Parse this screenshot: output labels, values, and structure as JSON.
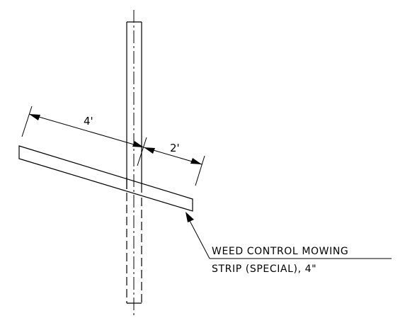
{
  "dimensions": {
    "strip_length": "4'",
    "half_length": "2'"
  },
  "callout": {
    "line1": "WEED CONTROL MOWING",
    "line2": "STRIP (SPECIAL), 4\""
  },
  "colors": {
    "line": "#000000",
    "background": "#ffffff"
  }
}
